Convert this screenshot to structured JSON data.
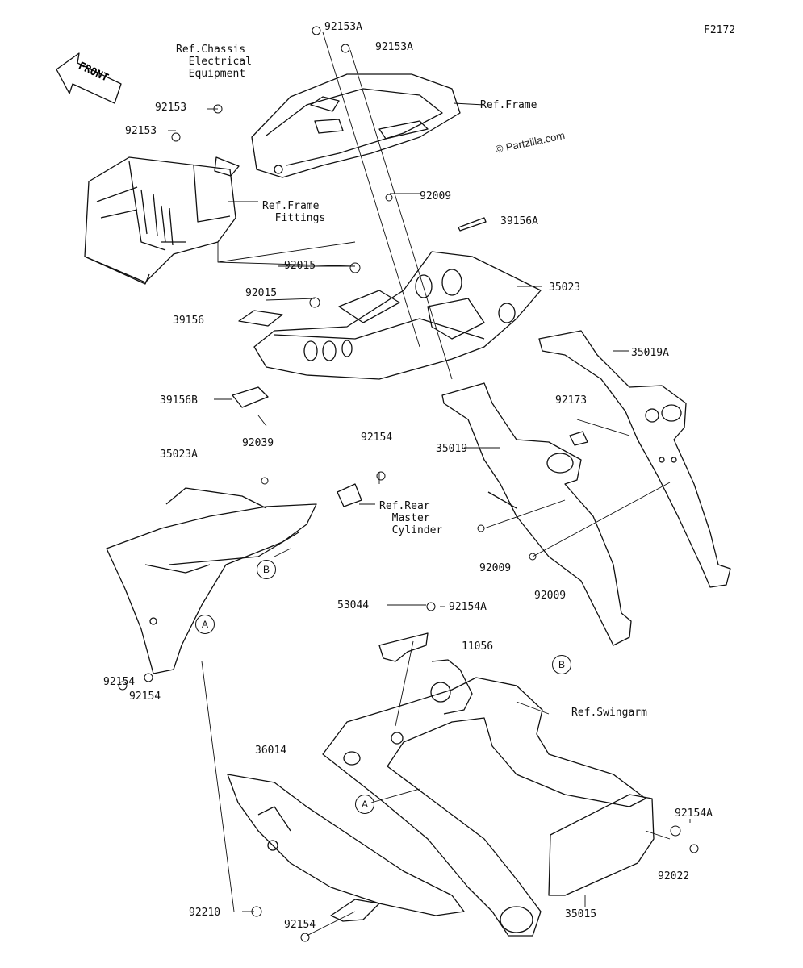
{
  "figure_id": "F2172",
  "watermark": "© Partzilla.com",
  "front_badge": "FRONT",
  "labels": {
    "p92153A_top": "92153A",
    "p92153A_2": "92153A",
    "ref_chassis": "Ref.Chassis\n  Electrical\n  Equipment",
    "p92153_a": "92153",
    "p92153_b": "92153",
    "ref_frame": "Ref.Frame",
    "ref_frame_fittings": "Ref.Frame\n  Fittings",
    "p92009_top": "92009",
    "p39156A": "39156A",
    "p92015_a": "92015",
    "p35023": "35023",
    "p92015_b": "92015",
    "p39156": "39156",
    "p35019A": "35019A",
    "p39156B": "39156B",
    "p92173": "92173",
    "p92039": "92039",
    "p92154_top": "92154",
    "p35023A": "35023A",
    "p35019": "35019",
    "ref_rear_master": "Ref.Rear\n  Master\n  Cylinder",
    "p92009_mid": "92009",
    "p92009_right": "92009",
    "p53044": "53044",
    "p92154A_mid": "92154A",
    "p11056": "11056",
    "p92154_l1": "92154",
    "p92154_l2": "92154",
    "ref_swingarm": "Ref.Swingarm",
    "p36014": "36014",
    "p92154A_right": "92154A",
    "p92022": "92022",
    "p92210": "92210",
    "p92154_bottom": "92154",
    "p35015": "35015"
  },
  "callouts": {
    "a_left": "A",
    "b_left": "B",
    "b_right": "B",
    "a_bottom": "A"
  }
}
